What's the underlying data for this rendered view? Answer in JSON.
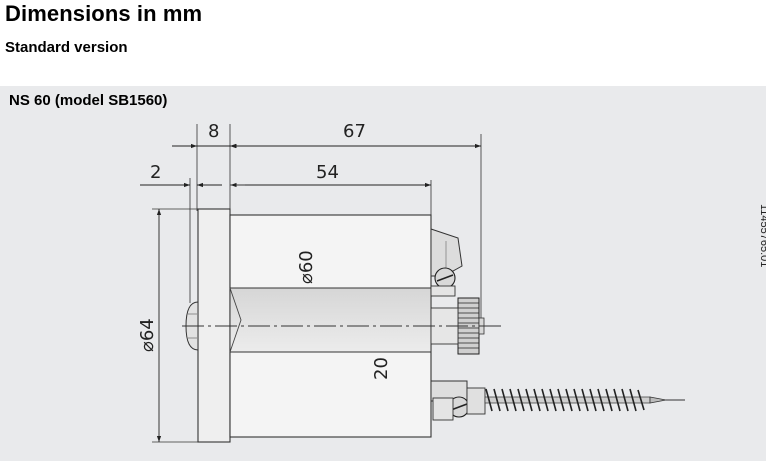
{
  "header": {
    "title": "Dimensions in mm",
    "subtitle": "Standard version"
  },
  "figure": {
    "title": "NS 60 (model SB1560)",
    "reference_number": "11455765.01",
    "dimensions": {
      "flange_thickness": "8",
      "overall_depth": "67",
      "protrusion": "2",
      "body_length": "54",
      "body_diameter": "⌀60",
      "flange_diameter": "⌀64",
      "offset": "20"
    }
  }
}
